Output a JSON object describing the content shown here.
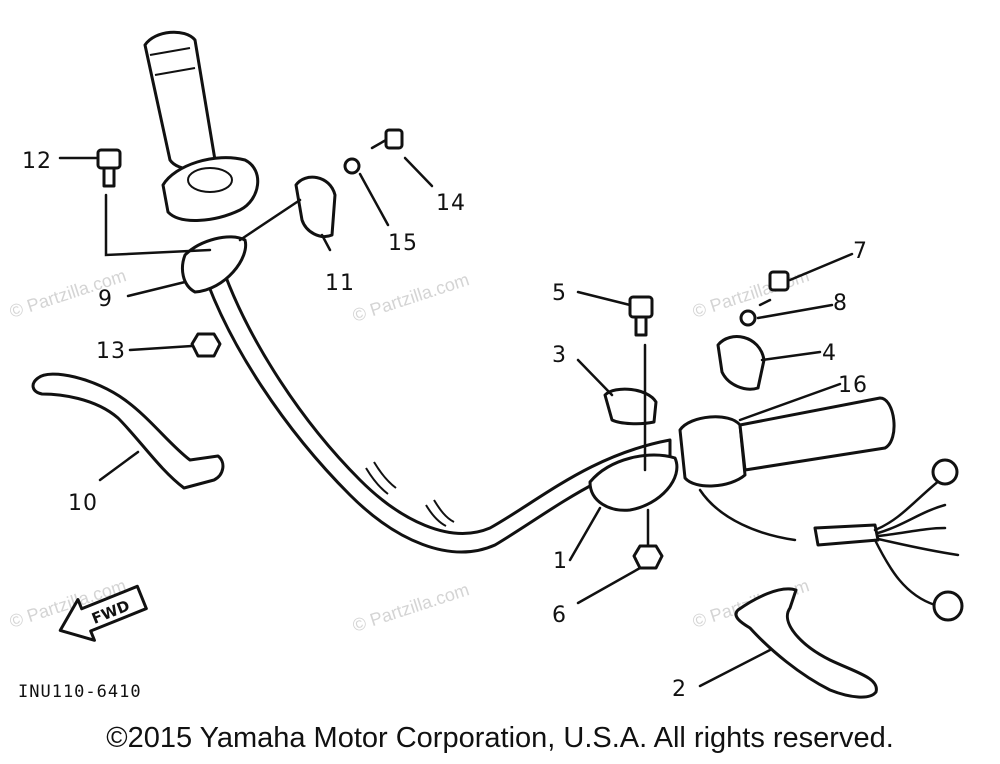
{
  "callouts": [
    {
      "id": "1",
      "label": "1"
    },
    {
      "id": "2",
      "label": "2"
    },
    {
      "id": "3",
      "label": "3"
    },
    {
      "id": "4",
      "label": "4"
    },
    {
      "id": "5",
      "label": "5"
    },
    {
      "id": "6",
      "label": "6"
    },
    {
      "id": "7",
      "label": "7"
    },
    {
      "id": "8",
      "label": "8"
    },
    {
      "id": "9",
      "label": "9"
    },
    {
      "id": "10",
      "label": "10"
    },
    {
      "id": "11",
      "label": "11"
    },
    {
      "id": "12",
      "label": "12"
    },
    {
      "id": "13",
      "label": "13"
    },
    {
      "id": "14",
      "label": "14"
    },
    {
      "id": "15",
      "label": "15"
    },
    {
      "id": "16",
      "label": "16"
    }
  ],
  "watermark": "© Partzilla.com",
  "direction_label": "FWD",
  "diagram_code": "INU110-6410",
  "copyright": "©2015 Yamaha Motor Corporation, U.S.A. All rights reserved.",
  "colors": {
    "ink": "#111111",
    "watermark": "#d4d4d4",
    "background": "#ffffff"
  }
}
